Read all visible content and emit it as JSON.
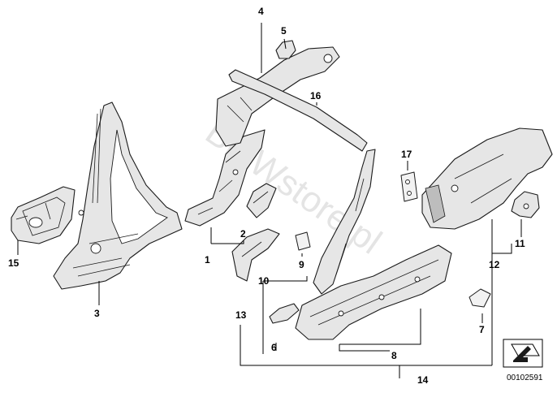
{
  "callouts": {
    "c1": "1",
    "c2": "2",
    "c3": "3",
    "c4": "4",
    "c5": "5",
    "c6": "6",
    "c7": "7",
    "c8": "8",
    "c9": "9",
    "c10": "10",
    "c11": "11",
    "c12": "12",
    "c13": "13",
    "c14": "14",
    "c15": "15",
    "c16": "16",
    "c17": "17"
  },
  "watermark": "BMWstore.pl",
  "diagram_ref": "00102591",
  "icons": {
    "ref_box": "arrow-to-panel-icon"
  }
}
